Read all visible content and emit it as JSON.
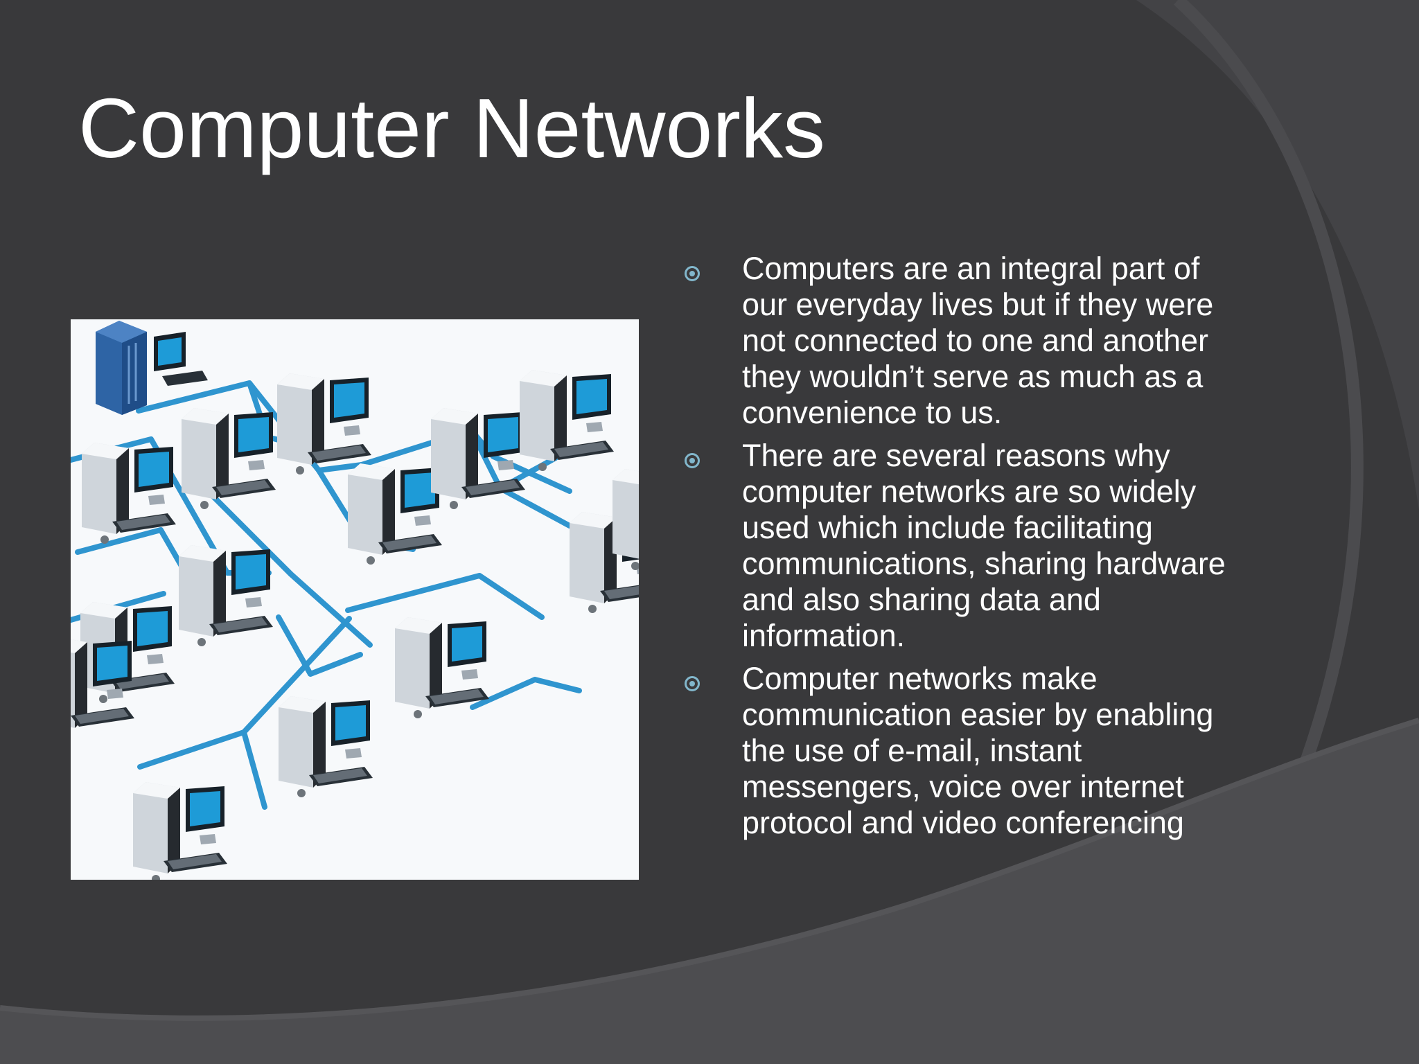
{
  "slide": {
    "title": "Computer Networks",
    "bullets": [
      {
        "text": "Computers are an integral part of our everyday lives but if they were not connected to one and another they wouldn’t serve as much as a convenience to us."
      },
      {
        "text": "There are several reasons why computer networks are so widely used which include facilitating communications, sharing hardware and also sharing data and information."
      },
      {
        "text": "Computer networks make communication easier by enabling the use of e-mail, instant messengers, voice over internet protocol and video conferencing"
      }
    ]
  },
  "image": {
    "icon": "computer-network-icon"
  },
  "colors": {
    "background": "#39393b",
    "arc": "#4c4c4f",
    "accent": "#82b7cc",
    "title_text": "#ffffff",
    "cable": "#2f95cf",
    "screen": "#1e9bd7",
    "server": "#2e64a5"
  }
}
